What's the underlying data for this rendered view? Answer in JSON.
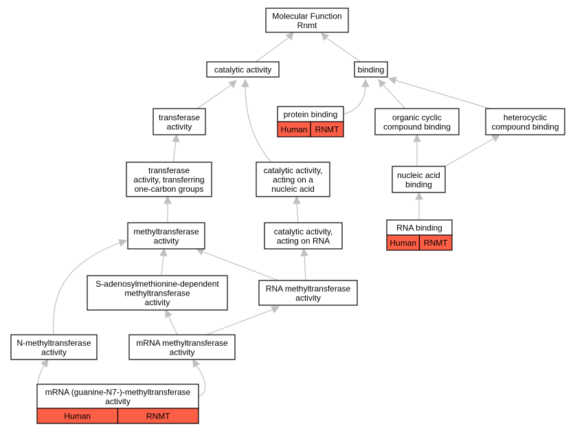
{
  "colors": {
    "node_fill": "#ffffff",
    "node_border": "#000000",
    "annotation_fill": "#fd5e46",
    "edge": "#c0c0c0"
  },
  "nodes": [
    {
      "id": "molecular-function",
      "lines": [
        "Molecular Function",
        "Rnmt"
      ]
    },
    {
      "id": "catalytic-activity",
      "lines": [
        "catalytic activity"
      ]
    },
    {
      "id": "binding",
      "lines": [
        "binding"
      ]
    },
    {
      "id": "protein-binding",
      "lines": [
        "protein binding"
      ],
      "annotation": [
        "Human",
        "RNMT"
      ]
    },
    {
      "id": "organic-cyclic-compound-binding",
      "lines": [
        "organic cyclic",
        "compound binding"
      ]
    },
    {
      "id": "heterocyclic-compound-binding",
      "lines": [
        "heterocyclic",
        "compound binding"
      ]
    },
    {
      "id": "transferase-activity",
      "lines": [
        "transferase",
        "activity"
      ]
    },
    {
      "id": "transferase-one-carbon",
      "lines": [
        "transferase",
        "activity, transferring",
        "one-carbon groups"
      ]
    },
    {
      "id": "catalytic-activity-nucleic-acid",
      "lines": [
        "catalytic activity,",
        "acting on a",
        "nucleic acid"
      ]
    },
    {
      "id": "nucleic-acid-binding",
      "lines": [
        "nucleic acid",
        "binding"
      ]
    },
    {
      "id": "rna-binding",
      "lines": [
        "RNA binding"
      ],
      "annotation": [
        "Human",
        "RNMT"
      ]
    },
    {
      "id": "methyltransferase-activity",
      "lines": [
        "methyltransferase",
        "activity"
      ]
    },
    {
      "id": "catalytic-activity-rna",
      "lines": [
        "catalytic activity,",
        "acting on RNA"
      ]
    },
    {
      "id": "sam-dependent-methyltransferase",
      "lines": [
        "S-adenosylmethionine-dependent",
        "methyltransferase",
        "activity"
      ]
    },
    {
      "id": "rna-methyltransferase",
      "lines": [
        "RNA methyltransferase",
        "activity"
      ]
    },
    {
      "id": "n-methyltransferase",
      "lines": [
        "N-methyltransferase",
        "activity"
      ]
    },
    {
      "id": "mrna-methyltransferase",
      "lines": [
        "mRNA methyltransferase",
        "activity"
      ]
    },
    {
      "id": "mrna-guanine-n7-methyltransferase",
      "lines": [
        "mRNA (guanine-N7-)-methyltransferase",
        "activity"
      ],
      "annotation": [
        "Human",
        "RNMT"
      ]
    }
  ],
  "edges": [
    {
      "from": "catalytic-activity",
      "to": "molecular-function"
    },
    {
      "from": "binding",
      "to": "molecular-function"
    },
    {
      "from": "transferase-activity",
      "to": "catalytic-activity"
    },
    {
      "from": "catalytic-activity-nucleic-acid",
      "to": "catalytic-activity"
    },
    {
      "from": "protein-binding",
      "to": "binding"
    },
    {
      "from": "organic-cyclic-compound-binding",
      "to": "binding"
    },
    {
      "from": "heterocyclic-compound-binding",
      "to": "binding"
    },
    {
      "from": "transferase-one-carbon",
      "to": "transferase-activity"
    },
    {
      "from": "nucleic-acid-binding",
      "to": "organic-cyclic-compound-binding"
    },
    {
      "from": "nucleic-acid-binding",
      "to": "heterocyclic-compound-binding"
    },
    {
      "from": "rna-binding",
      "to": "nucleic-acid-binding"
    },
    {
      "from": "methyltransferase-activity",
      "to": "transferase-one-carbon"
    },
    {
      "from": "catalytic-activity-rna",
      "to": "catalytic-activity-nucleic-acid"
    },
    {
      "from": "sam-dependent-methyltransferase",
      "to": "methyltransferase-activity"
    },
    {
      "from": "rna-methyltransferase",
      "to": "methyltransferase-activity"
    },
    {
      "from": "rna-methyltransferase",
      "to": "catalytic-activity-rna"
    },
    {
      "from": "n-methyltransferase",
      "to": "methyltransferase-activity"
    },
    {
      "from": "mrna-methyltransferase",
      "to": "sam-dependent-methyltransferase"
    },
    {
      "from": "mrna-methyltransferase",
      "to": "rna-methyltransferase"
    },
    {
      "from": "mrna-guanine-n7-methyltransferase",
      "to": "n-methyltransferase"
    },
    {
      "from": "mrna-guanine-n7-methyltransferase",
      "to": "mrna-methyltransferase"
    }
  ]
}
